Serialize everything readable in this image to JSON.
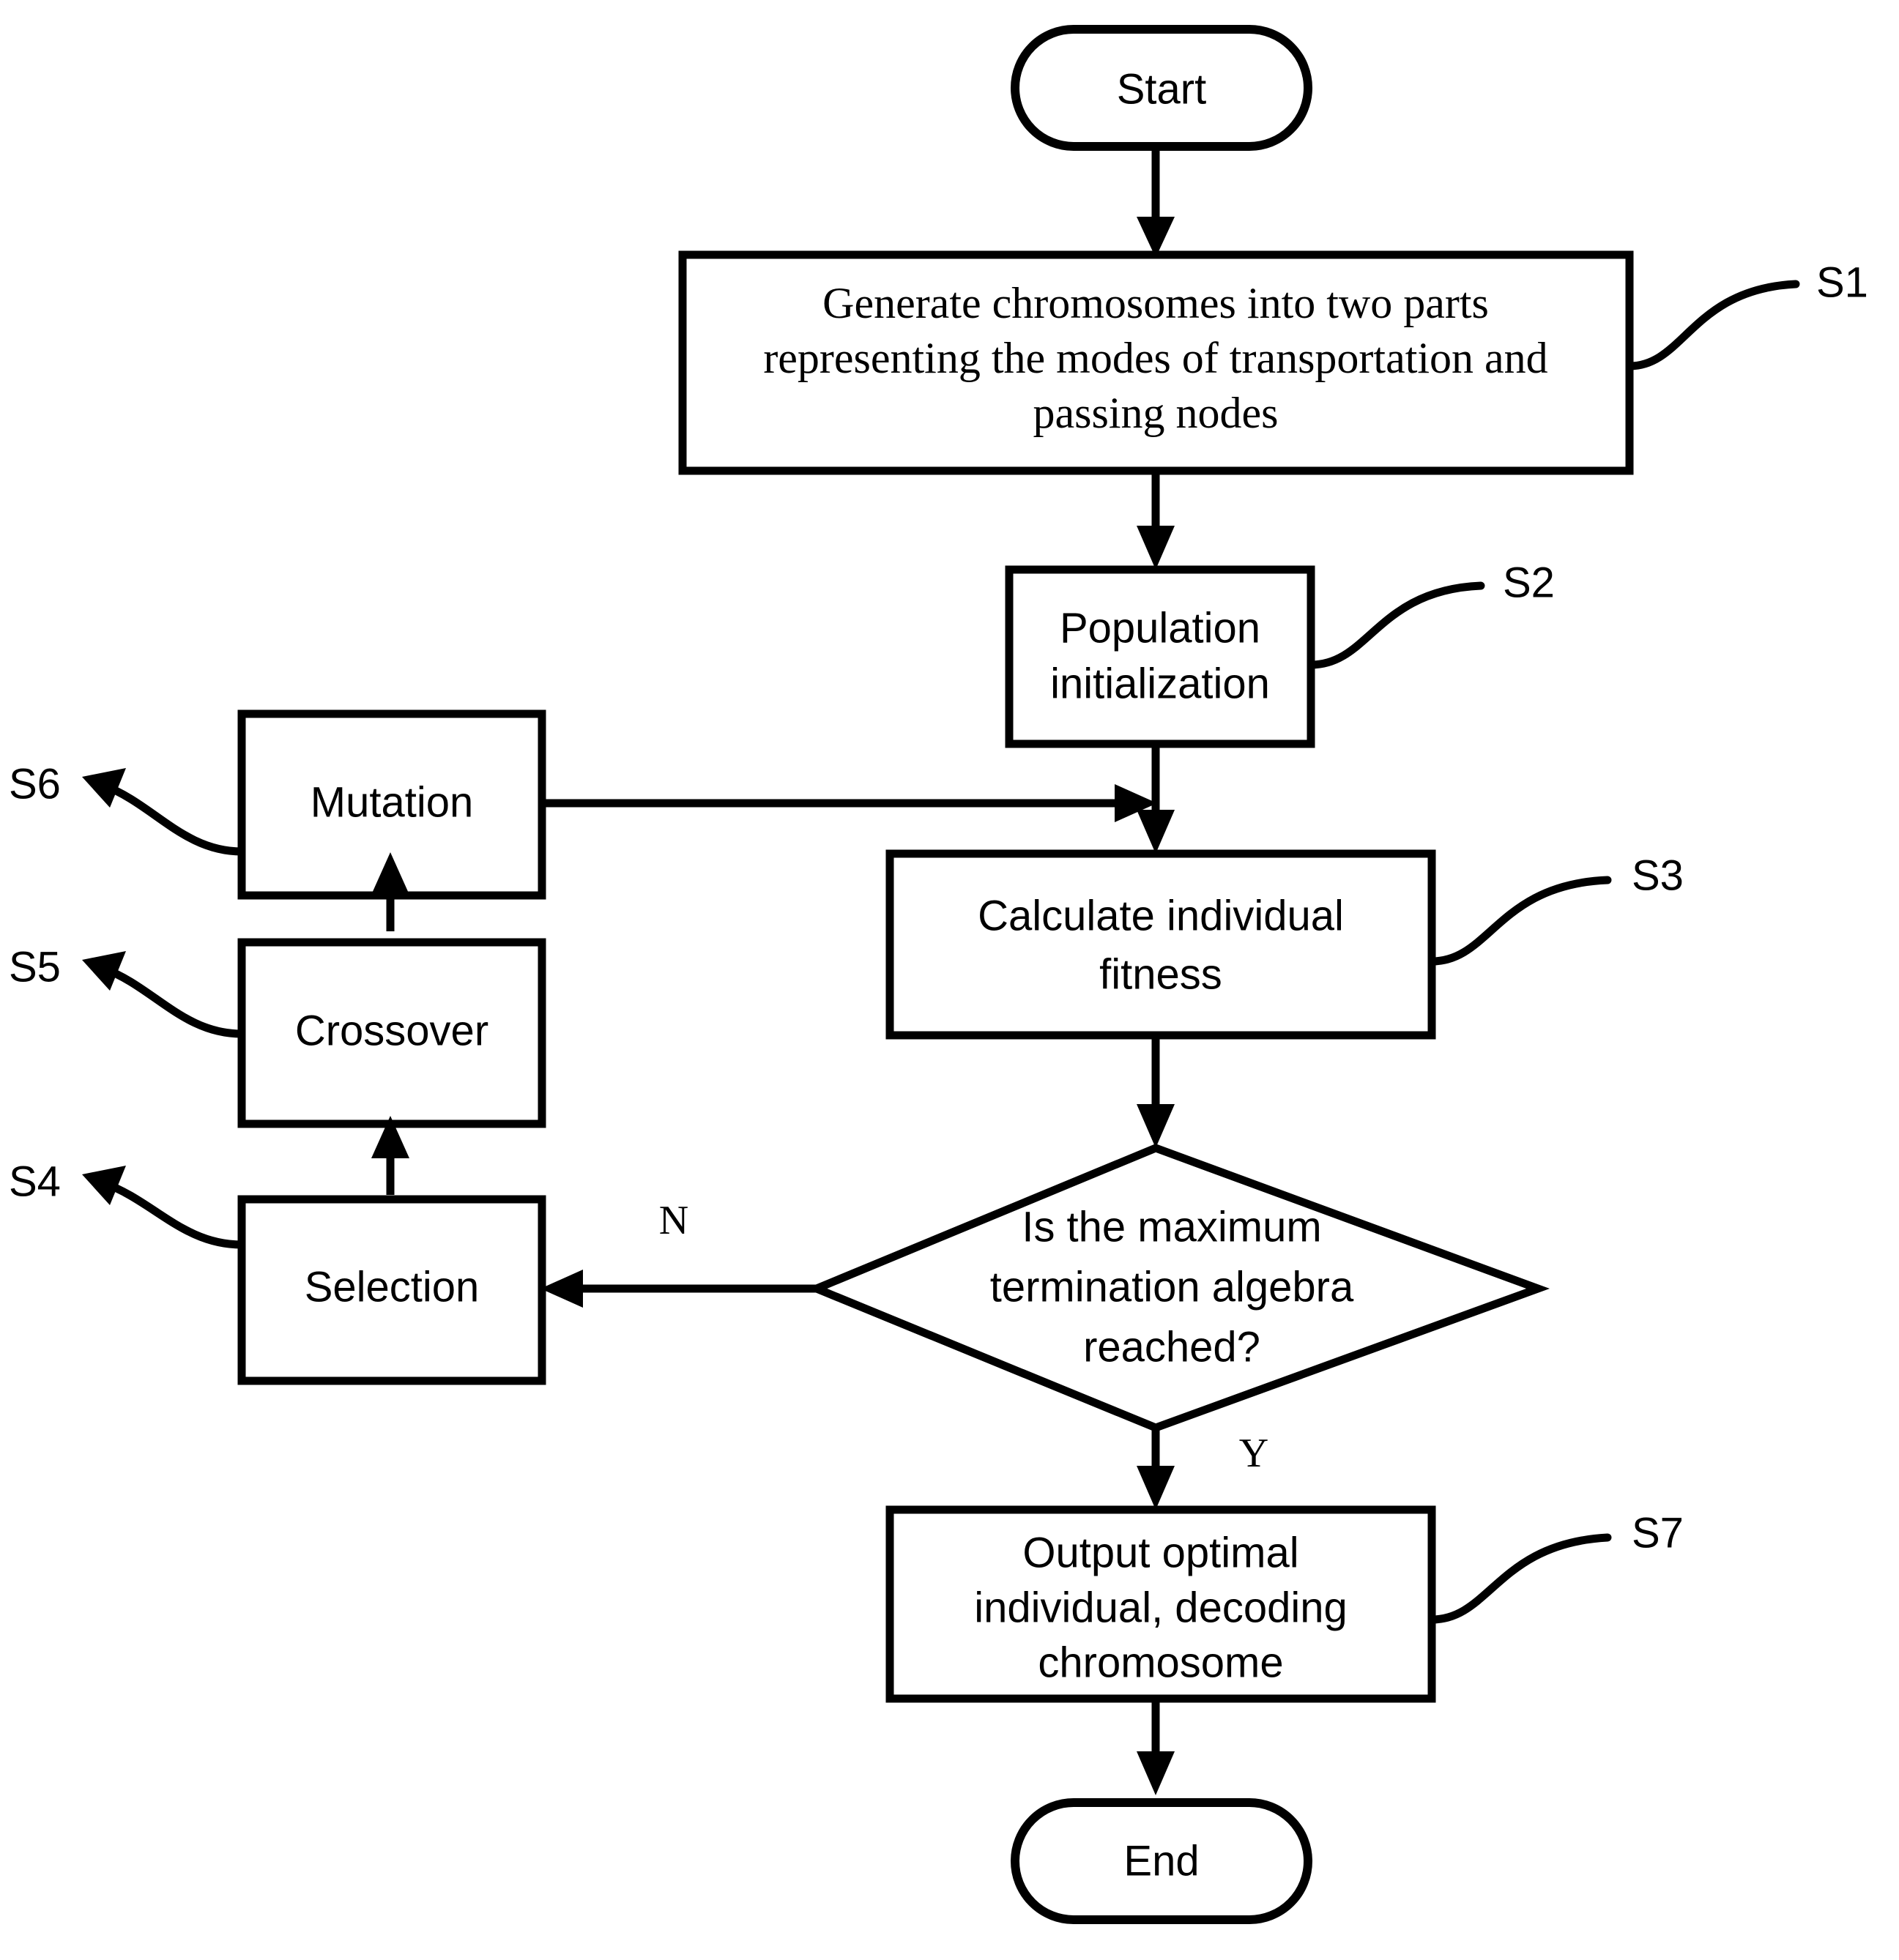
{
  "diagram": {
    "type": "flowchart",
    "title": "Genetic algorithm flowchart",
    "background_color": "#ffffff",
    "line_color": "#000000"
  },
  "nodes": {
    "start": {
      "label": "Start",
      "shape": "stadium"
    },
    "s1": {
      "step": "S1",
      "shape": "rectangle",
      "line1": "Generate chromosomes into two parts",
      "line2": "representing the modes of transportation and",
      "line3": "passing nodes"
    },
    "s2": {
      "step": "S2",
      "shape": "rectangle",
      "line1": "Population",
      "line2": "initialization"
    },
    "s3": {
      "step": "S3",
      "shape": "rectangle",
      "line1": "Calculate individual",
      "line2": "fitness"
    },
    "s4": {
      "step": "S4",
      "shape": "rectangle",
      "line1": "Selection"
    },
    "s5": {
      "step": "S5",
      "shape": "rectangle",
      "line1": "Crossover"
    },
    "s6": {
      "step": "S6",
      "shape": "rectangle",
      "line1": "Mutation"
    },
    "decision": {
      "shape": "diamond",
      "line1": "Is the maximum",
      "line2": "termination algebra",
      "line3": "reached?"
    },
    "s7": {
      "step": "S7",
      "shape": "rectangle",
      "line1": "Output optimal",
      "line2": "individual, decoding",
      "line3": "chromosome"
    },
    "end": {
      "label": "End",
      "shape": "stadium"
    }
  },
  "branch_labels": {
    "no": "N",
    "yes": "Y"
  },
  "step_labels": {
    "s1": "S1",
    "s2": "S2",
    "s3": "S3",
    "s4": "S4",
    "s5": "S5",
    "s6": "S6",
    "s7": "S7"
  }
}
